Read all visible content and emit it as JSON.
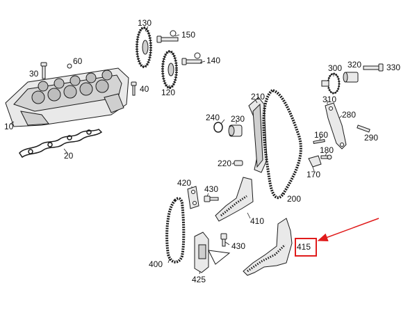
{
  "colors": {
    "line": "#1a1a1a",
    "fill_light": "#e9e9e9",
    "fill_mid": "#cfcfcf",
    "highlight": "#e01b1b"
  },
  "parts": {
    "p10": "10",
    "p20": "20",
    "p30": "30",
    "p40": "40",
    "p60": "60",
    "p120": "120",
    "p130": "130",
    "p140": "140",
    "p150": "150",
    "p160": "160",
    "p170": "170",
    "p180": "180",
    "p200": "200",
    "p210": "210",
    "p220": "220",
    "p230": "230",
    "p240": "240",
    "p280": "280",
    "p290": "290",
    "p300": "300",
    "p310": "310",
    "p320": "320",
    "p330": "330",
    "p400": "400",
    "p410": "410",
    "p415": "415",
    "p420": "420",
    "p425": "425",
    "p430a": "430",
    "p430b": "430"
  },
  "highlight": {
    "part": "415"
  }
}
